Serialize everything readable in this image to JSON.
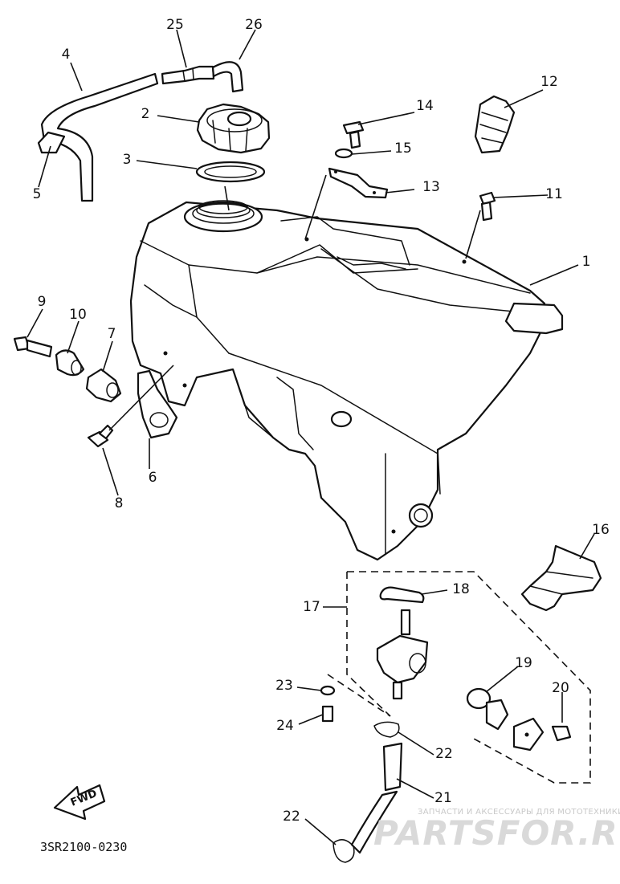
{
  "diagram": {
    "code": "3SR2100-0230",
    "fwd_label": "FWD",
    "callouts": [
      "1",
      "2",
      "3",
      "4",
      "5",
      "6",
      "7",
      "8",
      "9",
      "10",
      "11",
      "12",
      "13",
      "14",
      "15",
      "16",
      "17",
      "18",
      "19",
      "20",
      "21",
      "22",
      "22",
      "23",
      "24",
      "25",
      "26"
    ]
  },
  "watermark": {
    "tagline": "ЗАПЧАСТИ И АКСЕССУАРЫ ДЛЯ МОТОТЕХНИКИ",
    "brand": "PARTSFOR.RU"
  }
}
